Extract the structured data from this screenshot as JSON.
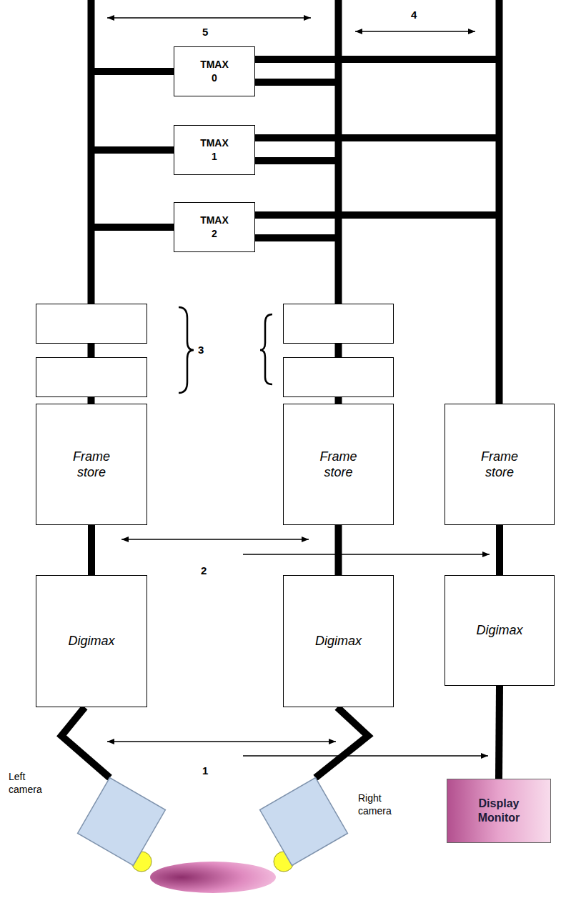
{
  "diagram": {
    "nodes": [
      {
        "text": [
          "TMAX 0"
        ]
      },
      {
        "text": [
          "TMAX 1"
        ]
      },
      {
        "text": [
          "TMAX 2"
        ]
      },
      {
        "text": [
          "Frame store"
        ]
      },
      {
        "text": [
          "Frame store"
        ]
      },
      {
        "text": [
          "Frame store"
        ]
      },
      {
        "text": [
          "Digimax"
        ]
      },
      {
        "text": [
          "Digimax"
        ]
      },
      {
        "text": [
          "Digimax"
        ]
      },
      {
        "text": [
          "Left camera"
        ]
      },
      {
        "text": [
          "Display Monitor"
        ]
      },
      {
        "text": [
          "Right camera"
        ]
      }
    ],
    "edges": [
      {
        "from": 3,
        "to": 6,
        "arrow": "none"
      },
      {
        "from": 4,
        "to": 7,
        "arrow": "none"
      },
      {
        "from": 5,
        "to": 8,
        "arrow": "none"
      },
      {
        "from": 8,
        "to": 10,
        "arrow": "none"
      },
      {
        "from": 6,
        "to": 9,
        "arrow": "none"
      },
      {
        "from": 7,
        "to": 11,
        "arrow": "none"
      }
    ],
    "labels": [
      "5",
      "4",
      "3",
      "2",
      "1"
    ]
  }
}
